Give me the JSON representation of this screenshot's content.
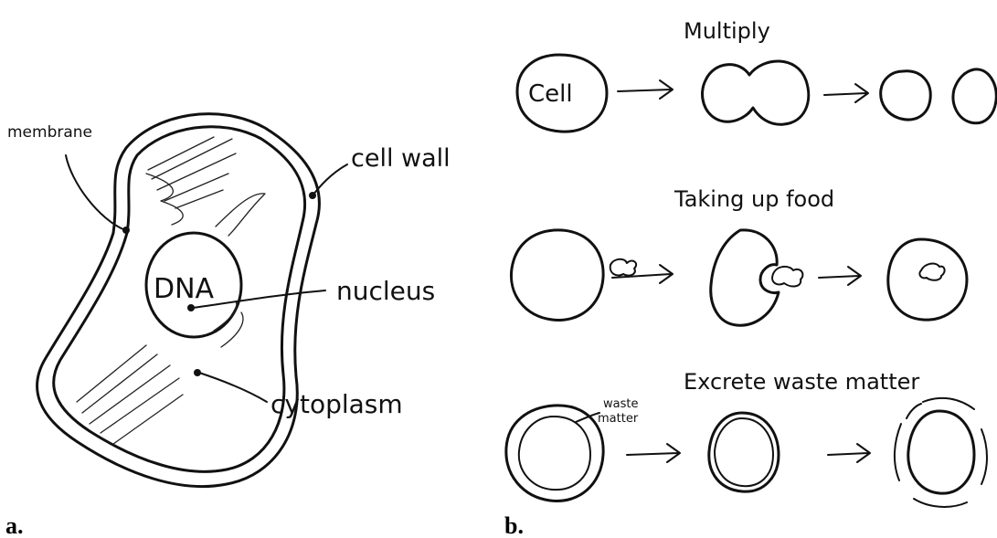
{
  "panel_a": {
    "label": "a.",
    "labels": {
      "membrane": "membrane",
      "cell_wall": "cell wall",
      "dna": "DNA",
      "nucleus": "nucleus",
      "cytoplasm": "cytoplasm"
    }
  },
  "panel_b": {
    "label": "b.",
    "rows": {
      "multiply": {
        "title": "Multiply",
        "cell_text": "Cell"
      },
      "food": {
        "title": "Taking up food"
      },
      "excrete": {
        "title": "Excrete waste matter",
        "waste_label_1": "waste",
        "waste_label_2": "matter"
      }
    }
  }
}
